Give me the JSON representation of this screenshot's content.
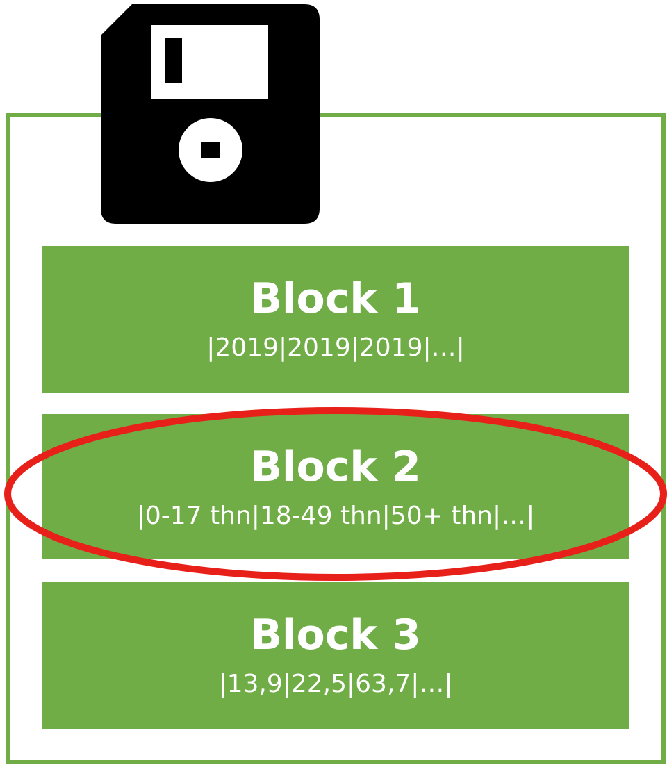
{
  "icon": {
    "name": "floppy-disk-icon",
    "color": "#000000"
  },
  "blocks": [
    {
      "title": "Block 1",
      "values": "|2019|2019|2019|…|"
    },
    {
      "title": "Block 2",
      "values": "|0-17 thn|18-49 thn|50+ thn|…|"
    },
    {
      "title": "Block 3",
      "values": "|13,9|22,5|63,7|…|"
    }
  ],
  "colors": {
    "block_fill": "#70AD47",
    "frame_border": "#70AD47",
    "highlight": "#E8201A",
    "text": "#FFFFFF"
  },
  "highlighted_block": "Block 2"
}
